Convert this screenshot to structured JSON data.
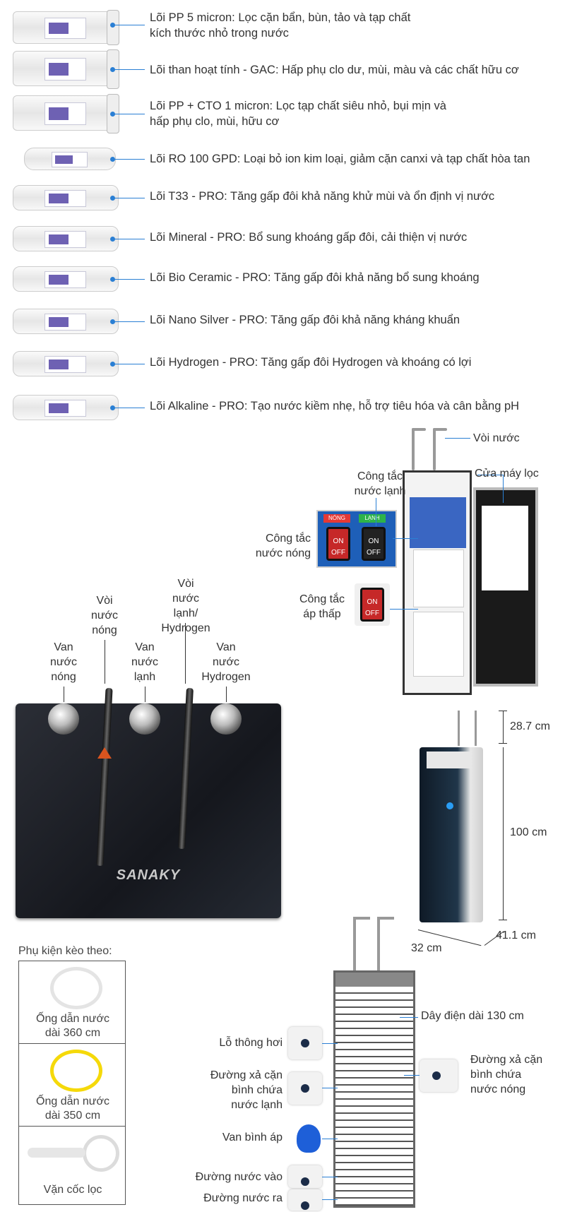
{
  "filters": [
    {
      "lines": [
        "Lõi PP 5 micron: Lọc cặn bẩn, bùn, tảo và tạp chất",
        "kích thước nhỏ trong nước"
      ]
    },
    {
      "lines": [
        "Lõi than hoạt tính - GAC: Hấp phụ clo dư, mùi, màu và các chất hữu cơ"
      ]
    },
    {
      "lines": [
        "Lõi PP + CTO 1 micron: Lọc tạp chất siêu nhỏ, bụi mịn và",
        "hấp phụ clo, mùi, hữu cơ"
      ]
    },
    {
      "lines": [
        "Lõi RO 100 GPD: Loại bỏ ion kim loại, giảm cặn canxi và tạp chất hòa tan"
      ]
    },
    {
      "lines": [
        "Lõi T33 - PRO: Tăng gấp đôi khả năng khử mùi và ổn định vị nước"
      ]
    },
    {
      "lines": [
        "Lõi Mineral - PRO: Bổ sung khoáng gấp đôi, cải thiện vị nước"
      ]
    },
    {
      "lines": [
        "Lõi Bio Ceramic - PRO: Tăng gấp đôi khả năng bổ sung khoáng"
      ]
    },
    {
      "lines": [
        "Lõi Nano Silver - PRO: Tăng gấp đôi khả năng kháng khuẩn"
      ]
    },
    {
      "lines": [
        "Lõi Hydrogen - PRO: Tăng gấp đôi Hydrogen và khoáng có lợi"
      ]
    },
    {
      "lines": [
        "Lõi Alkaline - PRO: Tạo nước kiềm nhẹ, hỗ trợ tiêu hóa và cân bằng pH"
      ]
    }
  ],
  "machine_labels": {
    "voi_nuoc": "Vòi nước",
    "cua_may_loc": "Cửa máy lọc",
    "cong_tac_lanh": [
      "Công tắc",
      "nước lạnh"
    ],
    "cong_tac_nong": [
      "Công tắc",
      "nước nóng"
    ],
    "cong_tac_ap_thap": [
      "Công tắc",
      "áp thấp"
    ],
    "switch_hot_tag": "NÓNG",
    "switch_cold_tag": "LẠNH",
    "on": "ON",
    "off": "OFF"
  },
  "panel_labels": {
    "van_nong": [
      "Van",
      "nước",
      "nóng"
    ],
    "voi_nong": [
      "Vòi",
      "nước",
      "nóng"
    ],
    "van_lanh": [
      "Van",
      "nước",
      "lạnh"
    ],
    "voi_lanh_hydrogen": [
      "Vòi",
      "nước",
      "lạnh/",
      "Hydrogen"
    ],
    "van_hydrogen": [
      "Van",
      "nước",
      "Hydrogen"
    ],
    "brand": "SANAKY"
  },
  "dimensions": {
    "top": "28.7 cm",
    "height": "100 cm",
    "depth": "41.1 cm",
    "width": "32 cm"
  },
  "accessories": {
    "title": "Phụ kiện kèo theo:",
    "items": [
      {
        "lines": [
          "Ống dẫn nước",
          "dài 360 cm"
        ],
        "color": "#e8e8e8"
      },
      {
        "lines": [
          "Ống dẫn nước",
          "dài 350 cm"
        ],
        "color": "#f5d90a"
      },
      {
        "lines": [
          "Vặn cốc lọc"
        ],
        "color": "#dcdcdc"
      }
    ]
  },
  "back_labels": {
    "day_dien": "Dây điện dài 130 cm",
    "lo_thong_hoi": "Lỗ thông hơi",
    "xa_can_lanh": [
      "Đường xả cặn",
      "bình chứa",
      "nước lạnh"
    ],
    "xa_can_nong": [
      "Đường xả cặn",
      "bình chứa",
      "nước nóng"
    ],
    "van_binh_ap": "Van bình áp",
    "duong_vao": "Đường nước vào",
    "duong_ra": "Đường nước ra"
  }
}
